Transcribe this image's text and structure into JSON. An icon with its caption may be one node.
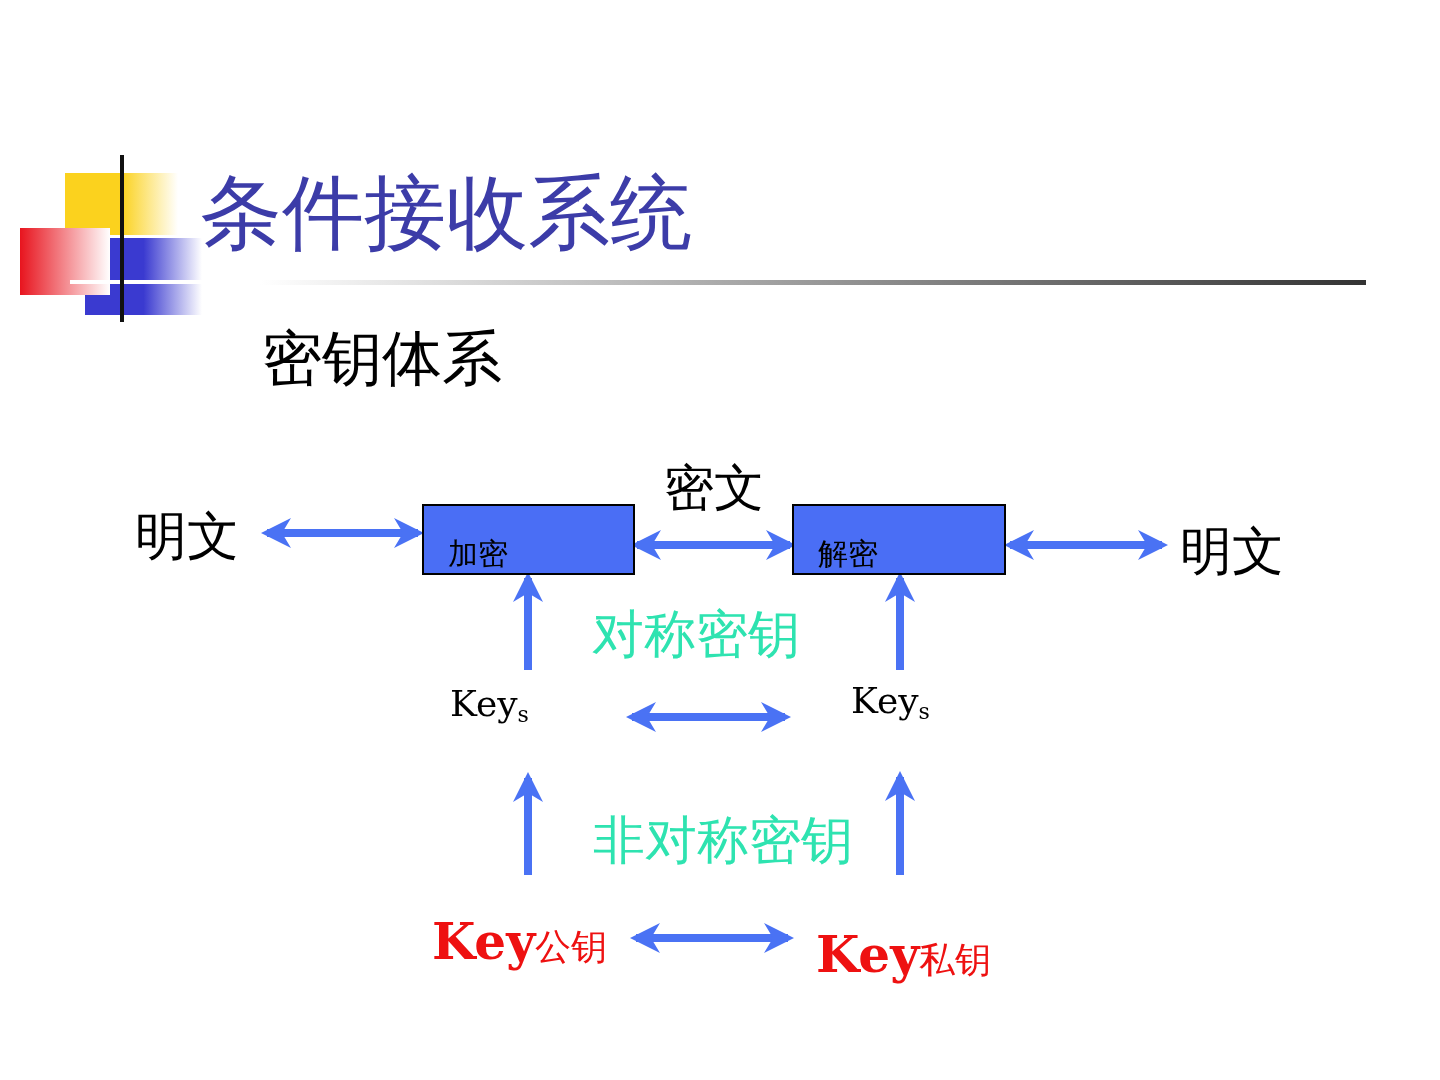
{
  "diagram": {
    "title": "条件接收系统",
    "nodes": [
      {
        "text": [
          "明文"
        ]
      },
      {
        "text": [
          "加密"
        ]
      },
      {
        "text": [
          "解密"
        ]
      },
      {
        "text": [
          "明文"
        ]
      },
      {
        "text": [
          "Key$_{s}$"
        ]
      },
      {
        "text": [
          "Key$_{s}$"
        ]
      },
      {
        "text": [
          "**Key**公钥"
        ]
      },
      {
        "text": [
          "**Key**私钥"
        ]
      }
    ],
    "edges": [
      {
        "from": 0,
        "to": 1,
        "arrow": "both"
      },
      {
        "from": 1,
        "to": 2,
        "arrow": "both",
        "label": "密文"
      },
      {
        "from": 2,
        "to": 3,
        "arrow": "both"
      },
      {
        "from": 4,
        "to": 1,
        "arrow": "to"
      },
      {
        "from": 5,
        "to": 2,
        "arrow": "to"
      },
      {
        "from": 4,
        "to": 5,
        "arrow": "both"
      },
      {
        "from": 6,
        "to": 4,
        "arrow": "to"
      },
      {
        "from": 7,
        "to": 5,
        "arrow": "to"
      },
      {
        "from": 6,
        "to": 7,
        "arrow": "both"
      }
    ],
    "labels": [
      "密钥体系",
      "对称密钥",
      "非对称密钥"
    ]
  }
}
